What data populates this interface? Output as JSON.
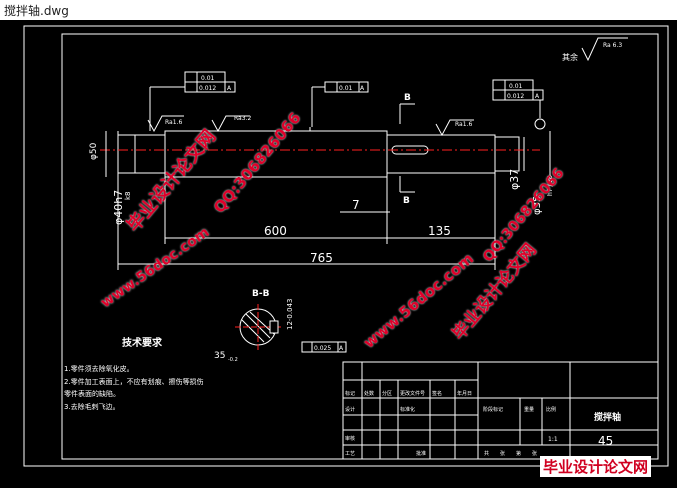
{
  "window": {
    "title": "搅拌轴.dwg"
  },
  "drawing": {
    "roughness_other": "其余",
    "roughness_ra63": "Ra 6.3",
    "ra16_left": "Ra1.6",
    "ra32": "Ra3.2",
    "ra16_right": "Ra1.6",
    "tol_left_1": "0.01",
    "tol_left_2": "0.012",
    "datum_a": "A",
    "tol_mid": "0.01",
    "tol_right_1": "0.01",
    "tol_right_2": "0.012",
    "section_mark": "B",
    "dim_phi50": "φ50",
    "dim_phi40": "φ40h7",
    "dim_phi40_sub": "k8",
    "dim_phi37": "φ37",
    "dim_phi35": "φ35",
    "dim_phi35_sub": "h7 / k8",
    "dim_7": "7",
    "dim_600": "600",
    "dim_135": "135",
    "dim_765": "765",
    "section_title": "B-B",
    "sec_dim_12": "12-0.043",
    "sec_dim_35": "35",
    "sec_dim_35_sub": "-0.2",
    "sec_tol": "0.025",
    "tech_title": "技术要求",
    "tech_notes": [
      "1.零件须去除氧化皮。",
      "2.零件加工表面上，不应有划痕、擦伤等损伤",
      "零件表面的缺陷。",
      "3.去除毛刺飞边。"
    ]
  },
  "title_block": {
    "part_name": "搅拌轴",
    "material": "45",
    "scale": "1:1",
    "cells": [
      "标记",
      "处数",
      "分区",
      "更改文件号",
      "签名",
      "年月日",
      "设计",
      "标准化",
      "阶段标记",
      "重量",
      "比例",
      "审核",
      "工艺",
      "批准",
      "共",
      "张",
      "第",
      "张"
    ]
  },
  "watermarks": [
    "毕业设计论文网",
    "QQ:306826066",
    "www.56doc.com",
    "www.56doc.com",
    "毕业设计论文网",
    "QQ:306826066",
    "毕业设计论文网"
  ],
  "colors": {
    "background": "#000000",
    "lines": "#ffffff",
    "centerline": "#ff2020",
    "watermark": "#e0002a"
  }
}
